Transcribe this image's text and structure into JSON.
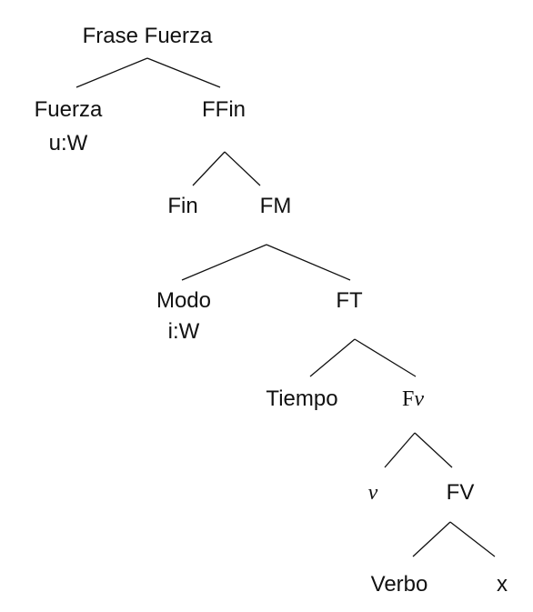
{
  "tree": {
    "root": "Frase Fuerza",
    "fuerza": "Fuerza",
    "fuerza_feature": "u:W",
    "ffin": "FFin",
    "fin": "Fin",
    "fm": "FM",
    "modo": "Modo",
    "modo_feature": "i:W",
    "ft": "FT",
    "tiempo": "Tiempo",
    "fv_small_prefix": "F",
    "fv_small_symbol": "ν",
    "v_small": "ν",
    "fv": "FV",
    "verbo": "Verbo",
    "x": "x"
  }
}
